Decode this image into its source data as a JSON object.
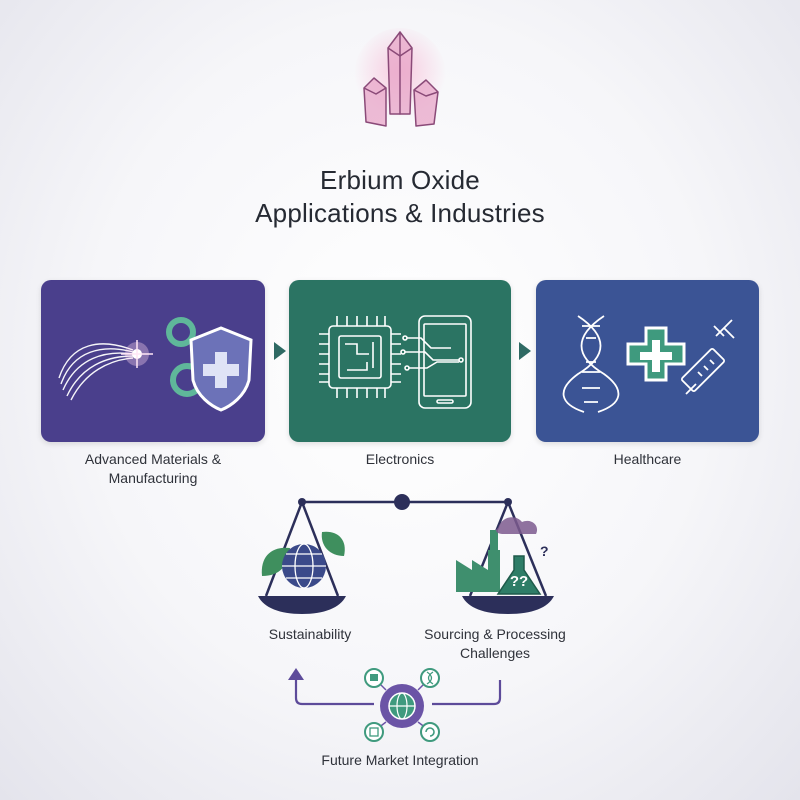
{
  "title": {
    "line1": "Erbium Oxide",
    "line2": "Applications & Industries"
  },
  "panels": [
    {
      "label_line1": "Advanced Materials &",
      "label_line2": "Manufacturing",
      "color": "#4a3f8c",
      "icons": [
        "fiber-optic-icon",
        "gear-icon",
        "shield-cross-icon"
      ]
    },
    {
      "label_line1": "Electronics",
      "color": "#2b7463",
      "icons": [
        "microchip-icon",
        "smartphone-icon"
      ]
    },
    {
      "label_line1": "Healthcare",
      "color": "#3b5495",
      "icons": [
        "dna-icon",
        "medical-cross-icon",
        "syringe-icon"
      ]
    }
  ],
  "balance": {
    "left_label": "Sustainability",
    "right_label_line1": "Sourcing & Processing",
    "right_label_line2": "Challenges",
    "left_icons": [
      "leaf-icon",
      "globe-icon"
    ],
    "right_icons": [
      "factory-icon",
      "flask-question-icon"
    ]
  },
  "future": {
    "label": "Future Market Integration",
    "icons": [
      "globe-network-icon",
      "lab-icon",
      "dna-small-icon",
      "chip-small-icon",
      "recycle-icon"
    ]
  },
  "colors": {
    "purple": "#4a3f8c",
    "green": "#2b7463",
    "blue": "#3b5495",
    "crystal": "#c48bb4"
  }
}
